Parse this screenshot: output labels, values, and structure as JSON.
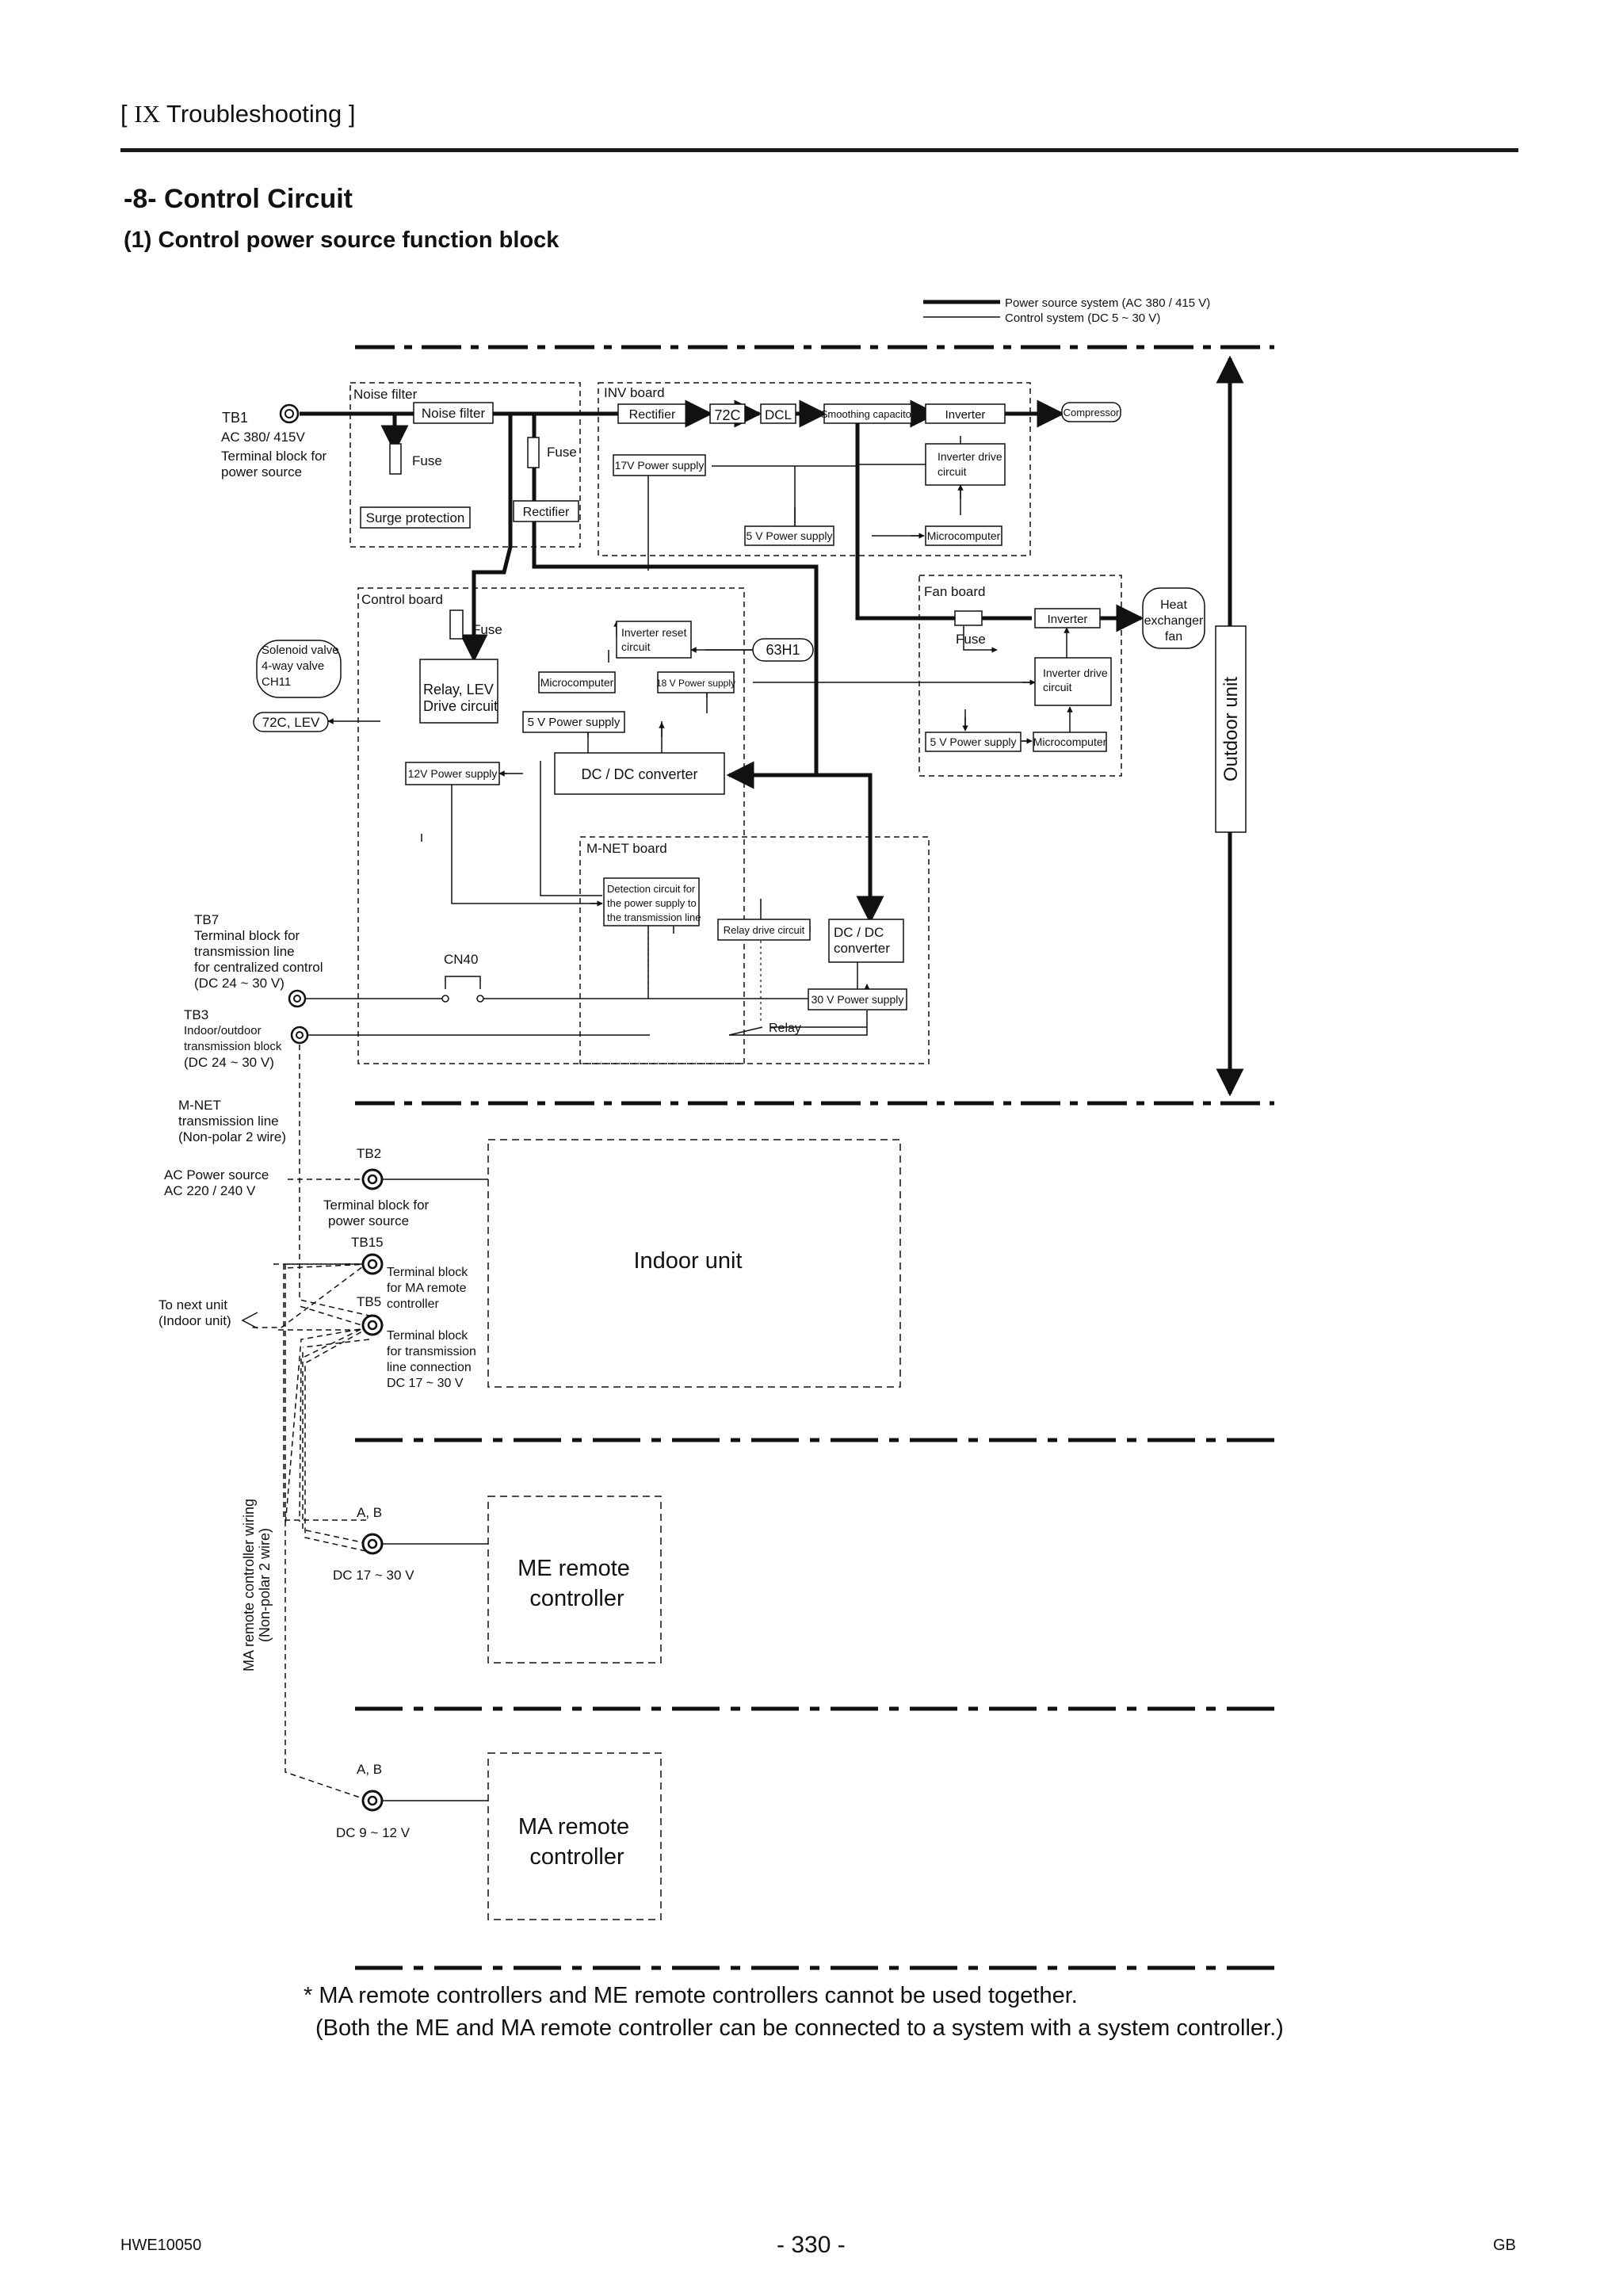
{
  "header": {
    "roman": "IX",
    "title": "Troubleshooting",
    "open": "[",
    "close": "]"
  },
  "section_title": "-8- Control Circuit",
  "subsection_title": "(1) Control power source function block",
  "legend": {
    "power": "Power source system (AC 380 / 415 V)",
    "control": "Control system (DC 5 ~ 30 V)"
  },
  "outdoor": {
    "tb1": "TB1",
    "tb1_voltage": "AC 380/ 415V",
    "tb1_desc1": "Terminal block for",
    "tb1_desc2": "power source",
    "noise_filter_board": "Noise filter",
    "noise_filter": "Noise filter",
    "fuse": "Fuse",
    "surge_protection": "Surge protection",
    "rectifier": "Rectifier",
    "inv_board": "INV board",
    "inv_rectifier": "Rectifier",
    "c72": "72C",
    "dcl": "DCL",
    "smoothing_capacitor": "Smoothing capacitor",
    "inverter": "Inverter",
    "compressor": "Compressor",
    "inverter_drive_1": "Inverter drive",
    "inverter_drive_2": "circuit",
    "ps_17v": "17V Power supply",
    "ps_5v": "5 V Power supply",
    "microcomputer": "Microcomputer",
    "fan_board": "Fan board",
    "fan_fuse": "Fuse",
    "fan_inverter": "Inverter",
    "heat_exchanger_1": "Heat",
    "heat_exchanger_2": "exchanger",
    "heat_exchanger_3": "fan",
    "fan_inverter_drive_1": "Inverter drive",
    "fan_inverter_drive_2": "circuit",
    "fan_ps_5v": "5 V Power supply",
    "fan_microcomputer": "Microcomputer",
    "control_board": "Control board",
    "cb_fuse": "Fuse",
    "solenoid_1": "Solenoid valve",
    "solenoid_2": "4-way valve",
    "solenoid_3": "CH11",
    "c72_lev": "72C, LEV",
    "relay_lev_1": "Relay, LEV",
    "relay_lev_2": "Drive circuit",
    "inverter_reset_1": "Inverter reset",
    "inverter_reset_2": "circuit",
    "h63": "63H1",
    "cb_microcomputer": "Microcomputer",
    "ps_18v": "18 V Power supply",
    "cb_ps_5v": "5 V Power supply",
    "ps_12v": "12V Power supply",
    "dcdc": "DC / DC converter",
    "mnet_board": "M-NET board",
    "detection_1": "Detection circuit for",
    "detection_2": "the power supply to",
    "detection_3": "the transmission line",
    "relay_drive": "Relay drive circuit",
    "mnet_dcdc_1": "DC / DC",
    "mnet_dcdc_2": "converter",
    "ps_30v": "30 V Power supply",
    "relay": "Relay",
    "cn40": "CN40",
    "tb7": "TB7",
    "tb7_desc1": "Terminal block for",
    "tb7_desc2": "transmission line",
    "tb7_desc3": "for centralized control",
    "tb7_desc4": "(DC 24 ~ 30 V)",
    "tb3": "TB3",
    "tb3_desc1": "Indoor/outdoor",
    "tb3_desc2": "transmission block",
    "tb3_desc3": "(DC 24 ~ 30 V)",
    "outdoor_unit": "Outdoor unit"
  },
  "indoor": {
    "mnet_1": "M-NET",
    "mnet_2": "transmission line",
    "mnet_3": "(Non-polar 2 wire)",
    "ac_1": "AC Power source",
    "ac_2": "AC 220 / 240 V",
    "tb2": "TB2",
    "tb2_desc1": "Terminal block for",
    "tb2_desc2": "power source",
    "tb15": "TB15",
    "tb15_desc1": "Terminal block",
    "tb15_desc2": "for MA remote",
    "tb15_desc3": "controller",
    "tb5": "TB5",
    "tb5_desc1": "Terminal block",
    "tb5_desc2": "for transmission",
    "tb5_desc3": "line connection",
    "tb5_desc4": "DC 17 ~ 30 V",
    "next_1": "To next unit",
    "next_2": "(Indoor unit)",
    "indoor_unit": "Indoor unit"
  },
  "remotes": {
    "ma_wiring_1": "MA remote controller wiring",
    "ma_wiring_2": "(Non-polar 2 wire)",
    "me_ab": "A, B",
    "me_voltage": "DC 17 ~ 30 V",
    "me_1": "ME remote",
    "me_2": "controller",
    "ma_ab": "A, B",
    "ma_voltage": "DC 9 ~ 12 V",
    "ma_1": "MA remote",
    "ma_2": "controller"
  },
  "notes": {
    "line1": "* MA remote controllers and ME remote controllers cannot be used together.",
    "line2": "(Both the ME and MA remote controller can be connected to a system with a system controller.)"
  },
  "footer": {
    "doc_code": "HWE10050",
    "page": "- 330 -",
    "lang": "GB"
  }
}
